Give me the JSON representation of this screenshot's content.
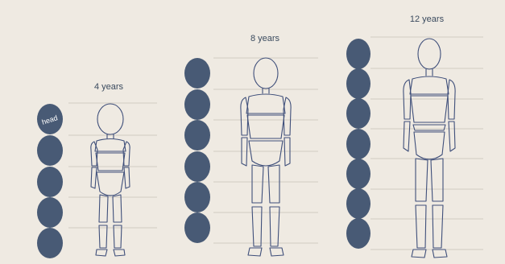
{
  "figures": [
    {
      "age_label": "4 years",
      "head_count": 5,
      "first_head_label": "head"
    },
    {
      "age_label": "8 years",
      "head_count": 6
    },
    {
      "age_label": "12 years",
      "head_count": 7
    }
  ],
  "colors": {
    "background": "#efeae2",
    "head_unit": "#485a75",
    "figure_line": "#3f4f7a",
    "guide_line": "#c8c2b8",
    "label_text": "#3a4a5e"
  }
}
